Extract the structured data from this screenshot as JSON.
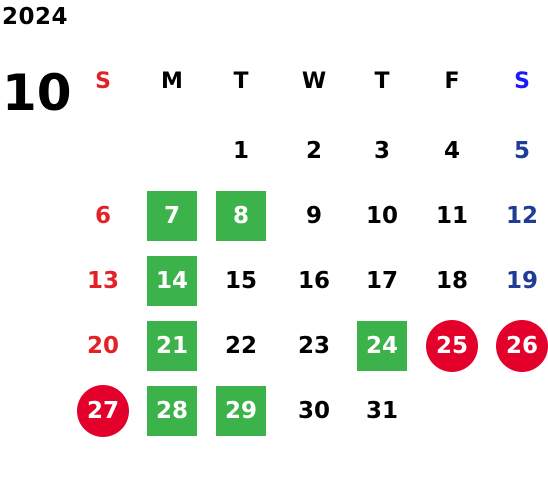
{
  "year": "2024",
  "month": "10",
  "colors": {
    "sunday": "#e32227",
    "saturday": "#1f3c96",
    "weekday": "#000000",
    "green_highlight": "#3cb24a",
    "red_holiday": "#e3002a"
  },
  "weekdays": [
    {
      "label": "S",
      "kind": "sunday_header"
    },
    {
      "label": "M",
      "kind": "weekday"
    },
    {
      "label": "T",
      "kind": "weekday"
    },
    {
      "label": "W",
      "kind": "weekday"
    },
    {
      "label": "T",
      "kind": "weekday"
    },
    {
      "label": "F",
      "kind": "weekday"
    },
    {
      "label": "S",
      "kind": "saturday_header"
    }
  ],
  "weeks": [
    [
      null,
      null,
      {
        "d": "1"
      },
      {
        "d": "2"
      },
      {
        "d": "3"
      },
      {
        "d": "4"
      },
      {
        "d": "5",
        "sat": true
      }
    ],
    [
      {
        "d": "6",
        "sun": true
      },
      {
        "d": "7",
        "hl": "green"
      },
      {
        "d": "8",
        "hl": "green"
      },
      {
        "d": "9"
      },
      {
        "d": "10"
      },
      {
        "d": "11"
      },
      {
        "d": "12",
        "sat": true
      }
    ],
    [
      {
        "d": "13",
        "sun": true
      },
      {
        "d": "14",
        "hl": "green"
      },
      {
        "d": "15"
      },
      {
        "d": "16"
      },
      {
        "d": "17"
      },
      {
        "d": "18"
      },
      {
        "d": "19",
        "sat": true
      }
    ],
    [
      {
        "d": "20",
        "sun": true
      },
      {
        "d": "21",
        "hl": "green"
      },
      {
        "d": "22"
      },
      {
        "d": "23"
      },
      {
        "d": "24",
        "hl": "green"
      },
      {
        "d": "25",
        "hl": "red"
      },
      {
        "d": "26",
        "hl": "red"
      }
    ],
    [
      {
        "d": "27",
        "hl": "red"
      },
      {
        "d": "28",
        "hl": "green"
      },
      {
        "d": "29",
        "hl": "green"
      },
      {
        "d": "30"
      },
      {
        "d": "31"
      },
      null,
      null
    ]
  ]
}
